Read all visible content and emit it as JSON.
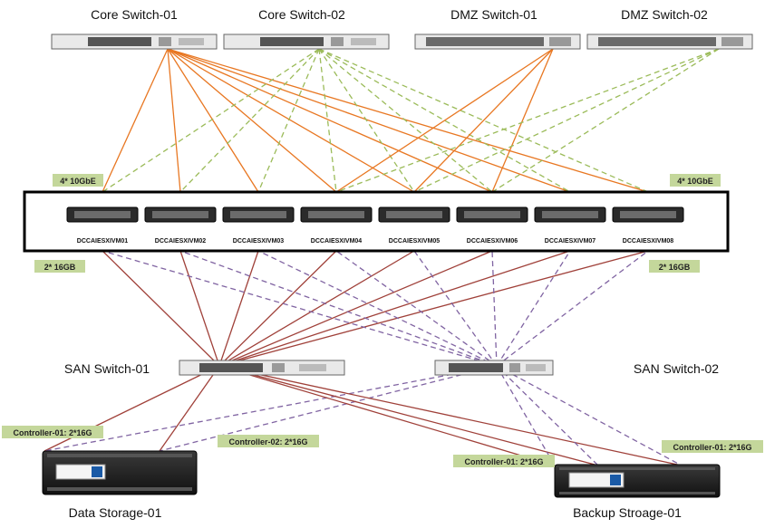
{
  "devices": {
    "core_switch_1": "Core Switch-01",
    "core_switch_2": "Core Switch-02",
    "dmz_switch_1": "DMZ Switch-01",
    "dmz_switch_2": "DMZ Switch-02",
    "san_switch_1": "SAN Switch-01",
    "san_switch_2": "SAN Switch-02",
    "data_storage": "Data Storage-01",
    "backup_storage": "Backup Stroage-01"
  },
  "servers": [
    "DCCAIESXIVM01",
    "DCCAIESXIVM02",
    "DCCAIESXIVM03",
    "DCCAIESXIVM04",
    "DCCAIESXIVM05",
    "DCCAIESXIVM06",
    "DCCAIESXIVM07",
    "DCCAIESXIVM08"
  ],
  "tags": {
    "lan_left": "4* 10GbE",
    "lan_right": "4* 10GbE",
    "san_left": "2* 16GB",
    "san_right": "2* 16GB",
    "data_ctrl1": "Controller-01: 2*16G",
    "data_ctrl2": "Controller-02: 2*16G",
    "backup_ctrl1": "Controller-01: 2*16G",
    "backup_ctrl2": "Controller-01: 2*16G"
  },
  "colors": {
    "core_link": "#e87722",
    "dmz_link": "#9bbb59",
    "san1_link": "#a0413a",
    "san2_link": "#8064a2",
    "tag_fill": "#c4d79b"
  }
}
